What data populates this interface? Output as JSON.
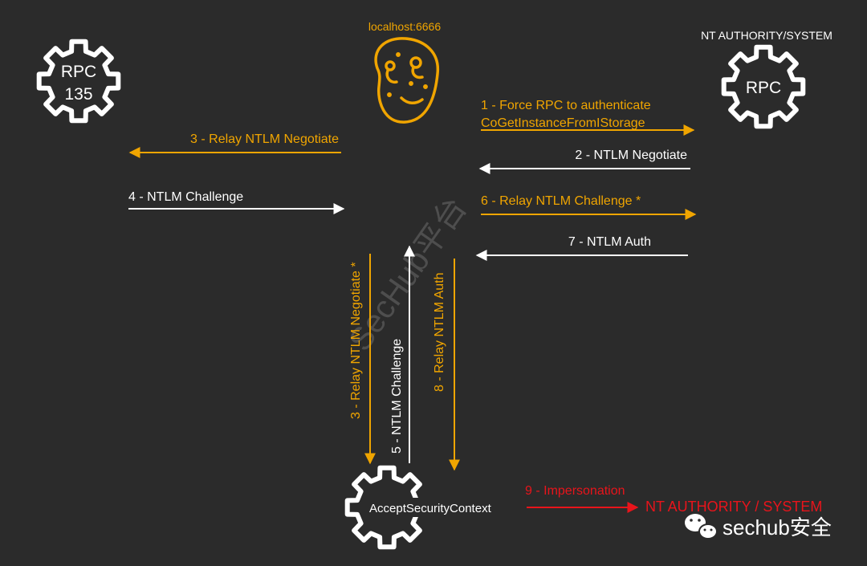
{
  "colors": {
    "background": "#2b2b2b",
    "white": "#ffffff",
    "orange": "#f0a500",
    "red": "#e8141b",
    "watermark": "#6b6b6b"
  },
  "nodes": {
    "rpc135": {
      "line1": "RPC",
      "line2": "135"
    },
    "potato": {
      "label": "localhost:6666"
    },
    "rpc_system": {
      "title": "NT AUTHORITY/SYSTEM",
      "label": "RPC"
    },
    "accept": {
      "label": "AcceptSecurityContext"
    }
  },
  "steps": {
    "s1_line1": "1 - Force RPC to authenticate",
    "s1_line2": "CoGetInstanceFromIStorage",
    "s2": "2 - NTLM Negotiate",
    "s3_left": "3 - Relay NTLM Negotiate",
    "s4": "4 - NTLM Challenge",
    "s6": "6 - Relay NTLM Challenge *",
    "s7": "7 - NTLM Auth",
    "s3_vertical": "3 - Relay NTLM Negotiate *",
    "s5_vertical": "5 - NTLM Challenge",
    "s8_vertical": "8 - Relay NTLM Auth",
    "s9": "9 - Impersonation",
    "result": "NT AUTHORITY / SYSTEM"
  },
  "watermarks": {
    "diagonal": "SecHub平台",
    "logo": "sechub安全"
  },
  "icons": {
    "gear": "gear-icon",
    "potato": "potato-icon",
    "wechat": "wechat-icon"
  }
}
